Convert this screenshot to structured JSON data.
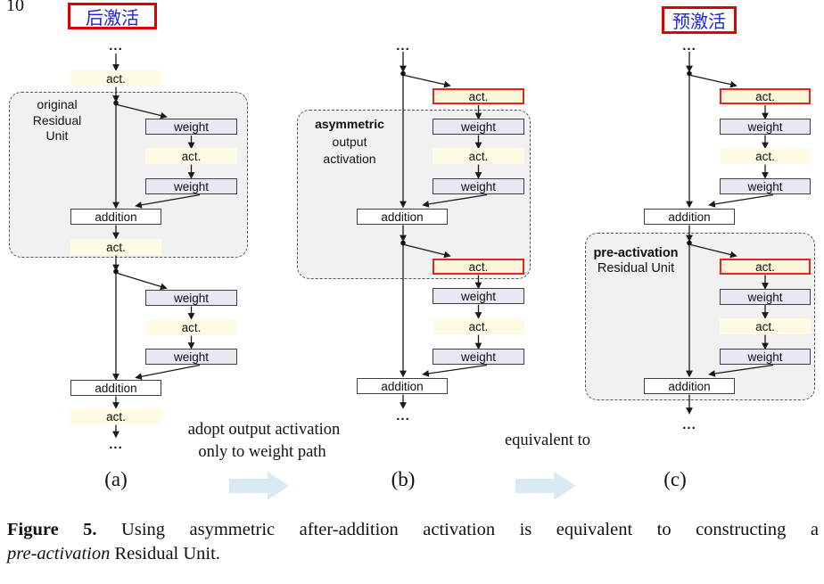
{
  "page_number": "10",
  "overlays": {
    "post_activation_zh": "后激活",
    "pre_activation_zh": "预激活"
  },
  "node_labels": {
    "act": "act.",
    "weight": "weight",
    "addition": "addition",
    "ellipsis": "..."
  },
  "unit_labels": {
    "original": [
      "original",
      "Residual",
      "Unit"
    ],
    "asymmetric": [
      "asymmetric",
      "output",
      "activation"
    ],
    "pre_activation": [
      "pre-activation",
      "Residual Unit"
    ]
  },
  "transitions": {
    "a_to_b": [
      "adopt output activation",
      "only to weight path"
    ],
    "b_to_c": "equivalent to"
  },
  "panel_labels": {
    "a": "(a)",
    "b": "(b)",
    "c": "(c)"
  },
  "caption": {
    "tag": "Figure 5.",
    "line1_rest": " Using asymmetric after-addition activation is equivalent to constructing a",
    "line2_italic": "pre-activation",
    "line2_rest": " Residual Unit."
  },
  "colors": {
    "act_fill": "#fdfbe3",
    "act_highlight_border": "#e8251c",
    "weight_fill": "#e9e8f2",
    "addition_fill": "#ffffff",
    "unit_background": "#f1f1f1",
    "block_arrow": "#d9eaf5",
    "zh_text": "#2222dd",
    "zh_border": "#dd0000"
  }
}
